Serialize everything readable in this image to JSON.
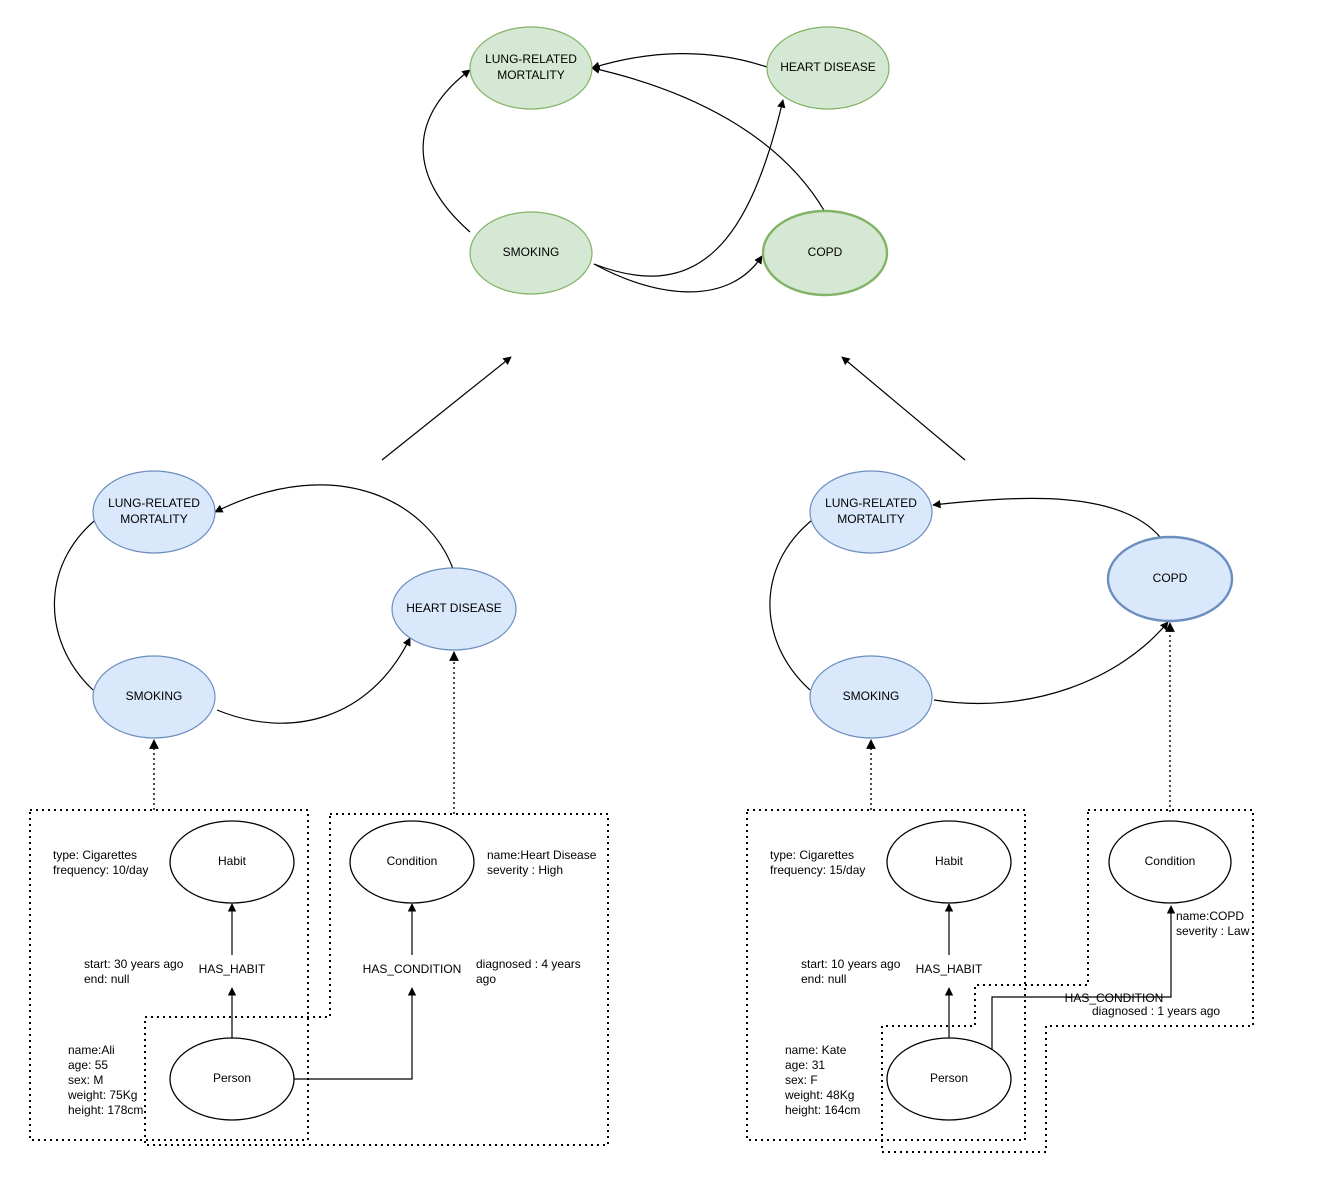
{
  "merged_graph": {
    "lung": [
      "LUNG-RELATED",
      "MORTALITY"
    ],
    "heart": "HEART DISEASE",
    "smoking": "SMOKING",
    "copd": "COPD",
    "fill": "#d5e8d4",
    "stroke": "#82b366"
  },
  "left_graph": {
    "lung": [
      "LUNG-RELATED",
      "MORTALITY"
    ],
    "heart": "HEART DISEASE",
    "smoking": "SMOKING",
    "fill": "#dae8fc",
    "stroke": "#6c8ebf"
  },
  "right_graph": {
    "lung": [
      "LUNG-RELATED",
      "MORTALITY"
    ],
    "copd": "COPD",
    "smoking": "SMOKING",
    "fill": "#dae8fc",
    "stroke": "#6c8ebf"
  },
  "left_person": {
    "habit_node": "Habit",
    "condition_node": "Condition",
    "person_node": "Person",
    "has_habit": "HAS_HABIT",
    "has_condition": "HAS_CONDITION",
    "habit_props": [
      "type: Cigarettes",
      "frequency: 10/day"
    ],
    "condition_props": [
      "name:Heart Disease",
      "severity : High"
    ],
    "habit_rel_props": [
      "start: 30 years ago",
      "end: null"
    ],
    "condition_rel_props": [
      "diagnosed : 4 years",
      "ago"
    ],
    "person_props": [
      "name:Ali",
      "age: 55",
      "sex: M",
      "weight: 75Kg",
      "height: 178cm"
    ]
  },
  "right_person": {
    "habit_node": "Habit",
    "condition_node": "Condition",
    "person_node": "Person",
    "has_habit": "HAS_HABIT",
    "has_condition": "HAS_CONDITION",
    "habit_props": [
      "type: Cigarettes",
      "frequency: 15/day"
    ],
    "condition_props": [
      "name:COPD",
      "severity : Law"
    ],
    "habit_rel_props": [
      "start: 10 years ago",
      "end: null"
    ],
    "condition_rel_props": [
      "diagnosed : 1 years ago"
    ],
    "person_props": [
      "name: Kate",
      "age: 31",
      "sex: F",
      "weight: 48Kg",
      "height: 164cm"
    ]
  }
}
